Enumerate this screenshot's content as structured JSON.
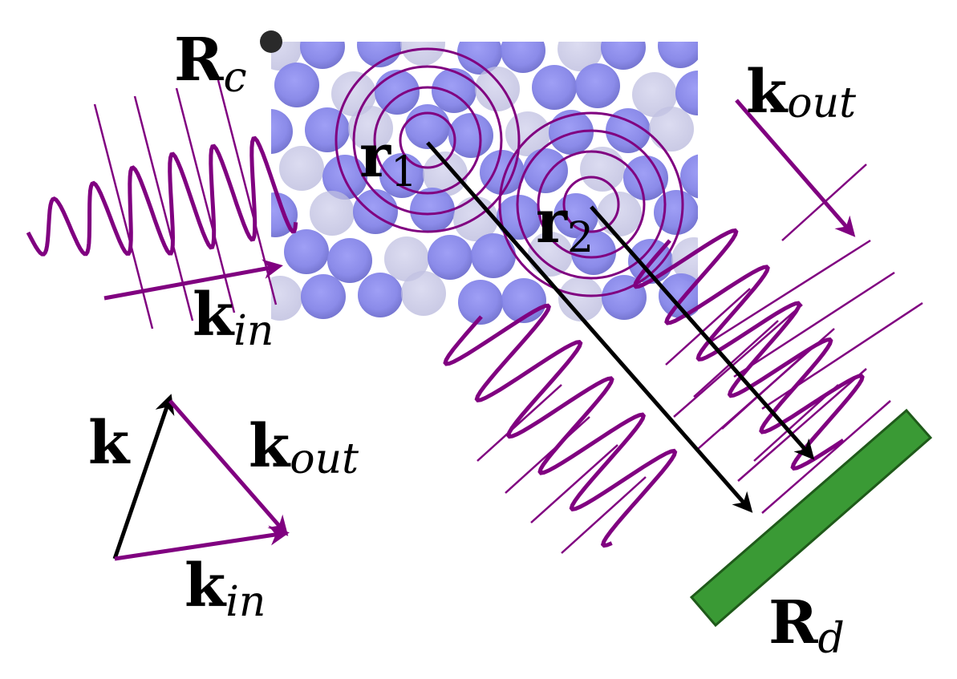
{
  "labels": {
    "rc_main": "R",
    "rc_sub": "c",
    "kout_top_main": "k",
    "kout_top_sub": "out",
    "r1_main": "r",
    "r1_sub": "1",
    "r2_main": "r",
    "r2_sub": "2",
    "kin_left_main": "k",
    "kin_left_sub": "in",
    "k_vec": "k",
    "kout_tri_main": "k",
    "kout_tri_sub": "out",
    "kin_tri_main": "k",
    "kin_tri_sub": "in",
    "rd_main": "R",
    "rd_sub": "d"
  },
  "colors": {
    "wave": "#800080",
    "particle": "#8c8cf0",
    "detector": "#3a9a35",
    "detector_edge": "#1f5a1a",
    "arrow_black": "#000000"
  }
}
